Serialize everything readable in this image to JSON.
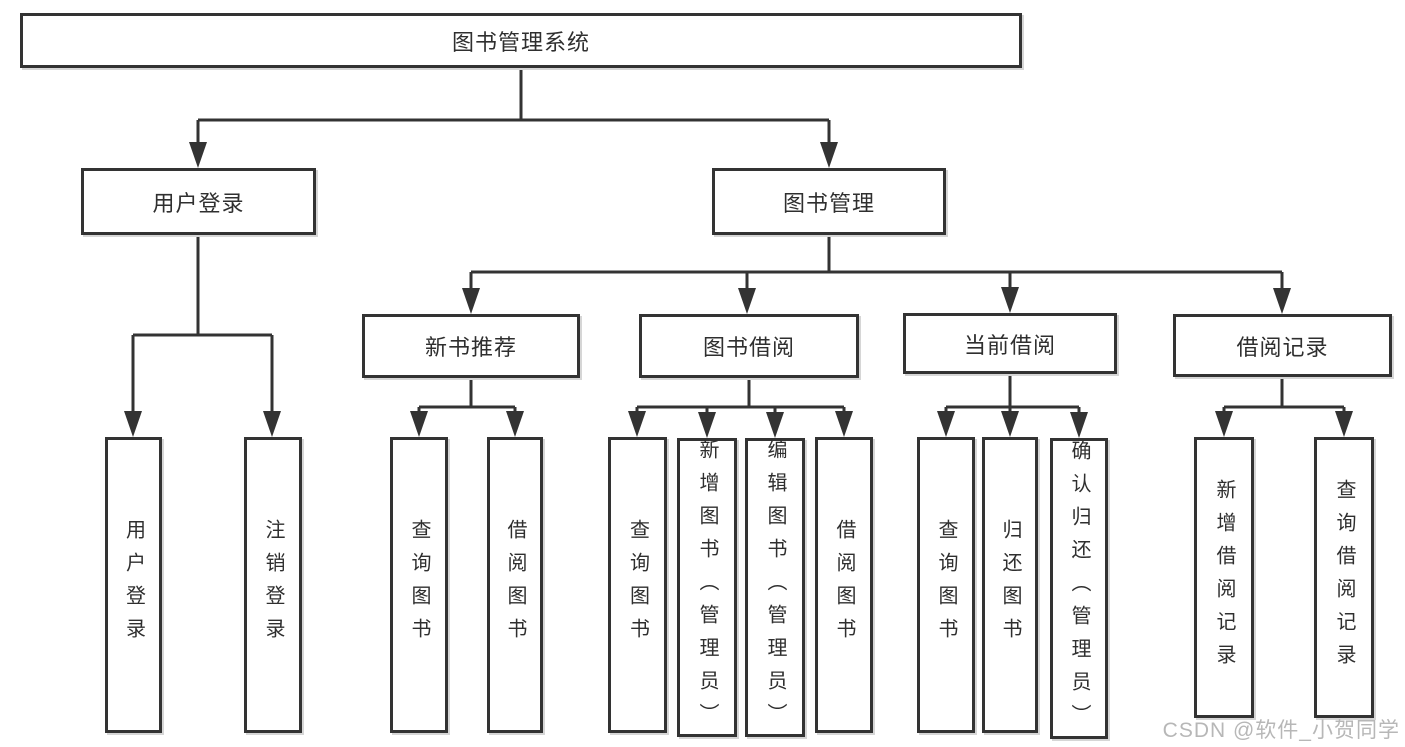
{
  "diagram": {
    "title": "图书管理系统",
    "type": "hierarchy-tree",
    "watermark": "CSDN @软件_小贺同学",
    "nodes": {
      "root": "图书管理系统",
      "user_login": "用户登录",
      "book_mgmt": "图书管理",
      "new_book_rec": "新书推荐",
      "book_borrow": "图书借阅",
      "current_borrow": "当前借阅",
      "borrow_record": "借阅记录",
      "leaf_user_login": "用户登录",
      "leaf_logout": "注销登录",
      "leaf_query_book_1": "查询图书",
      "leaf_borrow_book_1": "借阅图书",
      "leaf_query_book_2": "查询图书",
      "leaf_add_book": "新增图书（管理员）",
      "leaf_edit_book": "编辑图书（管理员）",
      "leaf_borrow_book_2": "借阅图书",
      "leaf_query_book_3": "查询图书",
      "leaf_return_book": "归还图书",
      "leaf_confirm_return": "确认归还（管理员）",
      "leaf_add_record": "新增借阅记录",
      "leaf_query_record": "查询借阅记录"
    },
    "edges": [
      [
        "图书管理系统",
        "用户登录"
      ],
      [
        "图书管理系统",
        "图书管理"
      ],
      [
        "用户登录",
        "用户登录"
      ],
      [
        "用户登录",
        "注销登录"
      ],
      [
        "图书管理",
        "新书推荐"
      ],
      [
        "图书管理",
        "图书借阅"
      ],
      [
        "图书管理",
        "当前借阅"
      ],
      [
        "图书管理",
        "借阅记录"
      ],
      [
        "新书推荐",
        "查询图书"
      ],
      [
        "新书推荐",
        "借阅图书"
      ],
      [
        "图书借阅",
        "查询图书"
      ],
      [
        "图书借阅",
        "新增图书（管理员）"
      ],
      [
        "图书借阅",
        "编辑图书（管理员）"
      ],
      [
        "图书借阅",
        "借阅图书"
      ],
      [
        "当前借阅",
        "查询图书"
      ],
      [
        "当前借阅",
        "归还图书"
      ],
      [
        "当前借阅",
        "确认归还（管理员）"
      ],
      [
        "借阅记录",
        "新增借阅记录"
      ],
      [
        "借阅记录",
        "查询借阅记录"
      ]
    ]
  }
}
